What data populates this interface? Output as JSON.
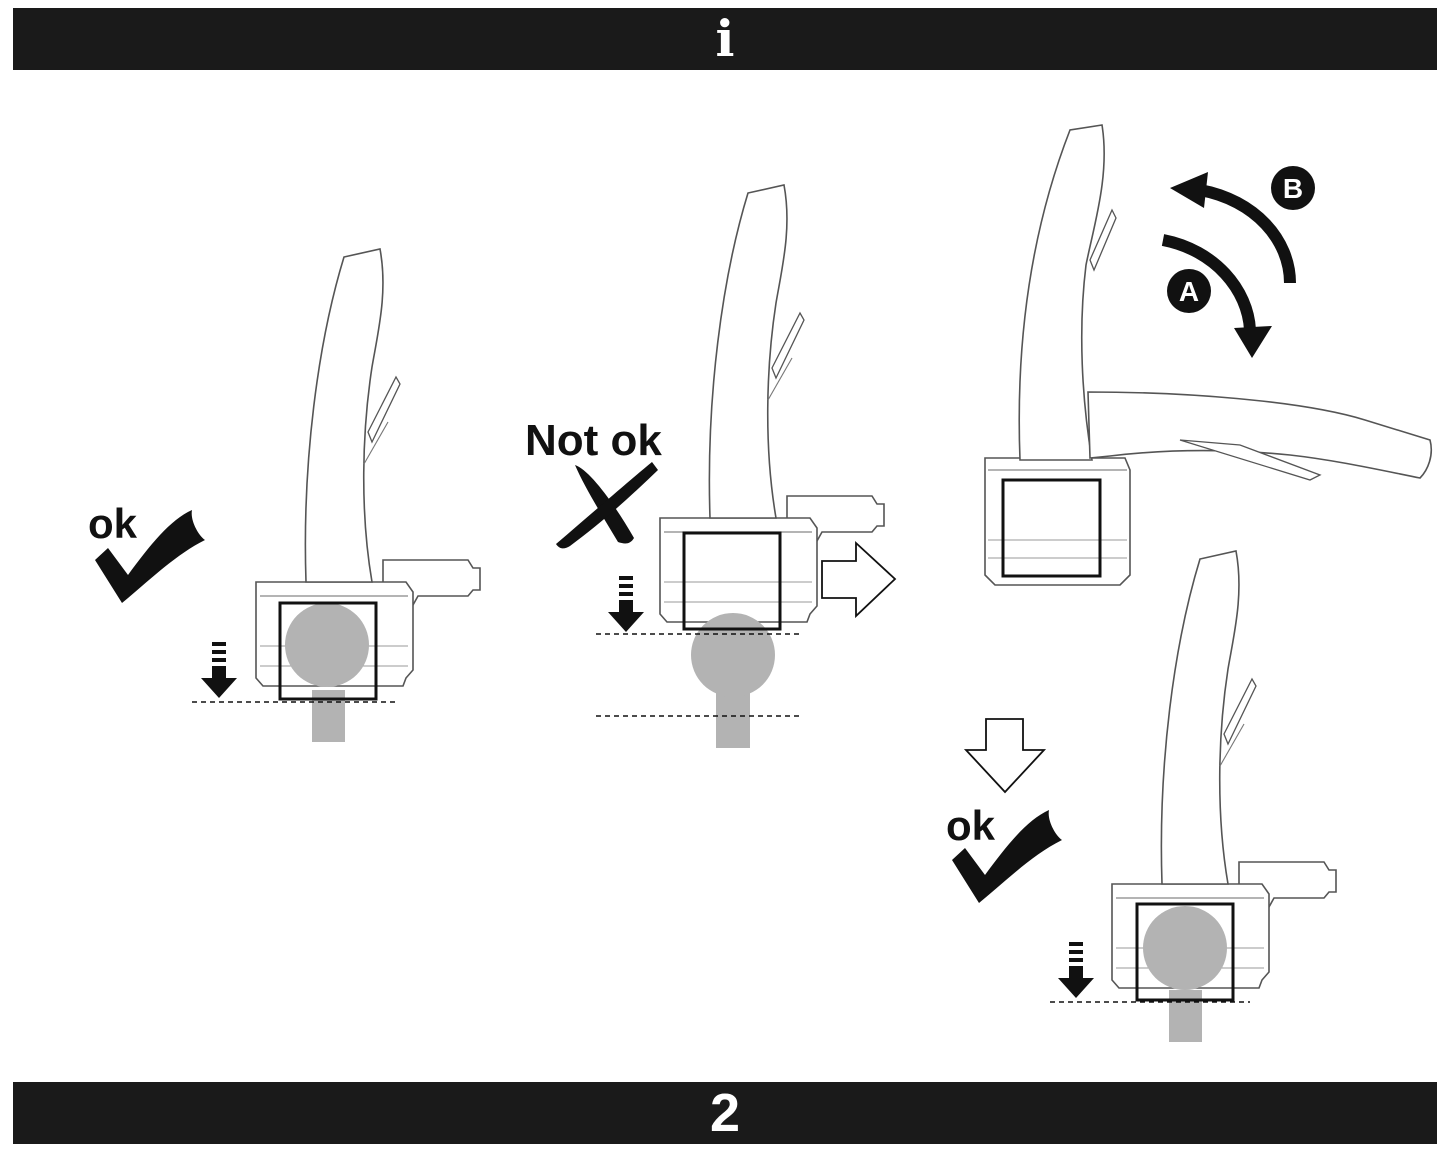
{
  "header": {
    "icon": "info-icon",
    "glyph": "i"
  },
  "footer": {
    "page_number": "2"
  },
  "labels": {
    "ok_left": "ok",
    "not_ok": "Not ok",
    "ok_bottom": "ok",
    "rotation_a": "A",
    "rotation_b": "B"
  },
  "colors": {
    "bar": "#1a1a1a",
    "ball": "#b3b3b3",
    "line": "#111111"
  }
}
